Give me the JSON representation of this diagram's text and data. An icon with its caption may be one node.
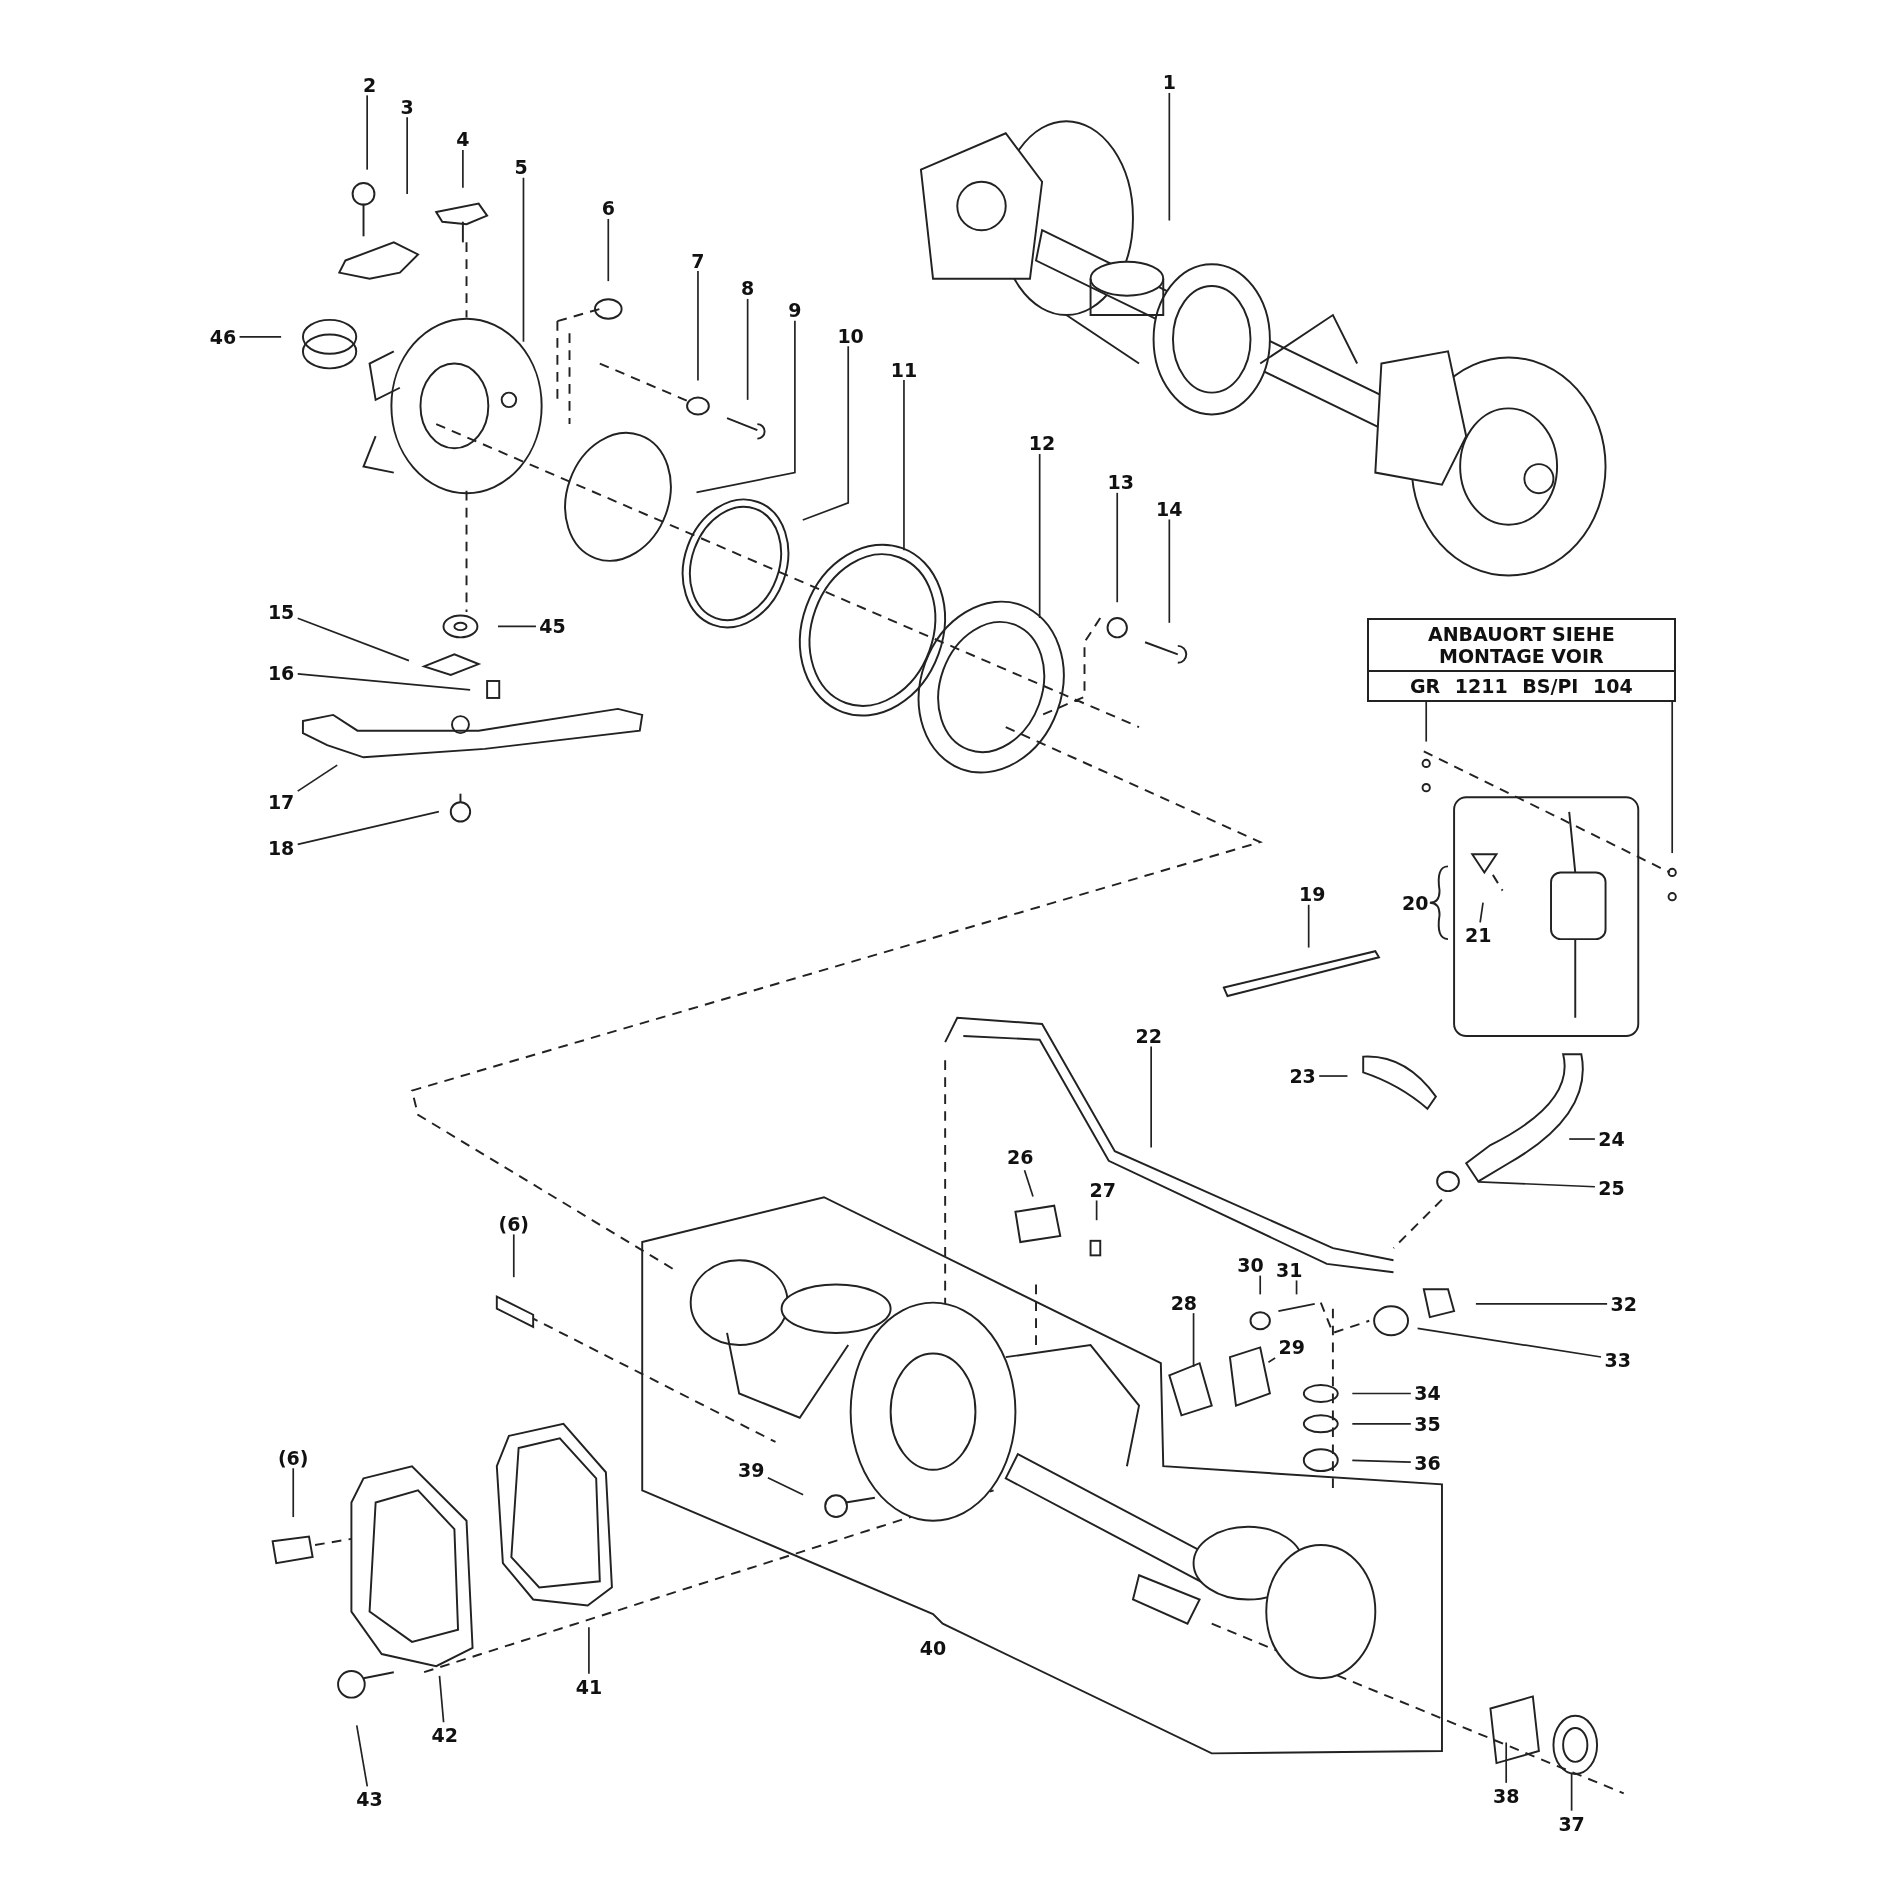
{
  "diagram": {
    "nodes": [
      {
        "text": [
          "1"
        ]
      },
      {
        "text": [
          "2"
        ]
      },
      {
        "text": [
          "3"
        ]
      },
      {
        "text": [
          "4"
        ]
      },
      {
        "text": [
          "5"
        ]
      },
      {
        "text": [
          "6"
        ]
      },
      {
        "text": [
          "7"
        ]
      },
      {
        "text": [
          "8"
        ]
      },
      {
        "text": [
          "9"
        ]
      },
      {
        "text": [
          "10"
        ]
      },
      {
        "text": [
          "11"
        ]
      },
      {
        "text": [
          "12"
        ]
      },
      {
        "text": [
          "13"
        ]
      },
      {
        "text": [
          "14"
        ]
      },
      {
        "text": [
          "15"
        ]
      },
      {
        "text": [
          "16"
        ]
      },
      {
        "text": [
          "17"
        ]
      },
      {
        "text": [
          "18"
        ]
      },
      {
        "text": [
          "19"
        ]
      },
      {
        "text": [
          "20"
        ]
      },
      {
        "text": [
          "21"
        ]
      },
      {
        "text": [
          "22"
        ]
      },
      {
        "text": [
          "23"
        ]
      },
      {
        "text": [
          "24"
        ]
      },
      {
        "text": [
          "25"
        ]
      },
      {
        "text": [
          "26"
        ]
      },
      {
        "text": [
          "27"
        ]
      },
      {
        "text": [
          "28"
        ]
      },
      {
        "text": [
          "29"
        ]
      },
      {
        "text": [
          "30"
        ]
      },
      {
        "text": [
          "31"
        ]
      },
      {
        "text": [
          "32"
        ]
      },
      {
        "text": [
          "33"
        ]
      },
      {
        "text": [
          "34"
        ]
      },
      {
        "text": [
          "35"
        ]
      },
      {
        "text": [
          "36"
        ]
      },
      {
        "text": [
          "37"
        ]
      },
      {
        "text": [
          "38"
        ]
      },
      {
        "text": [
          "39"
        ]
      },
      {
        "text": [
          "40"
        ]
      },
      {
        "text": [
          "41"
        ]
      },
      {
        "text": [
          "42"
        ]
      },
      {
        "text": [
          "43"
        ]
      },
      {
        "text": [
          "45"
        ]
      },
      {
        "text": [
          "46"
        ]
      },
      {
        "text": [
          "(6)"
        ]
      },
      {
        "text": [
          "(6)"
        ]
      },
      {
        "text": [
          "ANBAUORT SIEHE MONTAGE VOIR",
          "GR 1211 BS/PI 104"
        ]
      }
    ],
    "edges": [
      {
        "from": 0,
        "to": null,
        "arrow": "none"
      },
      {
        "from": 1,
        "to": null,
        "arrow": "none"
      },
      {
        "from": 2,
        "to": null,
        "arrow": "none"
      },
      {
        "from": 3,
        "to": null,
        "arrow": "none"
      },
      {
        "from": 4,
        "to": null,
        "arrow": "none"
      },
      {
        "from": 5,
        "to": null,
        "arrow": "none"
      },
      {
        "from": 6,
        "to": null,
        "arrow": "none"
      },
      {
        "from": 7,
        "to": null,
        "arrow": "none"
      },
      {
        "from": 8,
        "to": null,
        "arrow": "none"
      },
      {
        "from": 9,
        "to": null,
        "arrow": "none"
      },
      {
        "from": 10,
        "to": null,
        "arrow": "none"
      },
      {
        "from": 11,
        "to": null,
        "arrow": "none"
      },
      {
        "from": 12,
        "to": null,
        "arrow": "none"
      },
      {
        "from": 13,
        "to": null,
        "arrow": "none"
      },
      {
        "from": 14,
        "to": null,
        "arrow": "none"
      },
      {
        "from": 15,
        "to": null,
        "arrow": "none"
      },
      {
        "from": 16,
        "to": null,
        "arrow": "none"
      },
      {
        "from": 17,
        "to": null,
        "arrow": "none"
      },
      {
        "from": 18,
        "to": null,
        "arrow": "none"
      },
      {
        "from": 20,
        "to": null,
        "arrow": "none"
      },
      {
        "from": 21,
        "to": null,
        "arrow": "none"
      },
      {
        "from": 22,
        "to": null,
        "arrow": "none"
      },
      {
        "from": 23,
        "to": null,
        "arrow": "none"
      },
      {
        "from": 24,
        "to": null,
        "arrow": "none"
      },
      {
        "from": 25,
        "to": null,
        "arrow": "none"
      },
      {
        "from": 26,
        "to": null,
        "arrow": "none"
      },
      {
        "from": 27,
        "to": null,
        "arrow": "none"
      },
      {
        "from": 28,
        "to": null,
        "arrow": "none"
      },
      {
        "from": 29,
        "to": null,
        "arrow": "none"
      },
      {
        "from": 30,
        "to": null,
        "arrow": "none"
      },
      {
        "from": 31,
        "to": null,
        "arrow": "none"
      },
      {
        "from": 32,
        "to": null,
        "arrow": "none"
      },
      {
        "from": 33,
        "to": null,
        "arrow": "none"
      },
      {
        "from": 34,
        "to": null,
        "arrow": "none"
      },
      {
        "from": 35,
        "to": null,
        "arrow": "none"
      },
      {
        "from": 36,
        "to": null,
        "arrow": "none"
      },
      {
        "from": 37,
        "to": null,
        "arrow": "none"
      },
      {
        "from": 38,
        "to": null,
        "arrow": "none"
      },
      {
        "from": 40,
        "to": null,
        "arrow": "none"
      },
      {
        "from": 41,
        "to": null,
        "arrow": "none"
      },
      {
        "from": 42,
        "to": null,
        "arrow": "none"
      },
      {
        "from": 43,
        "to": null,
        "arrow": "none"
      },
      {
        "from": 44,
        "to": null,
        "arrow": "none"
      },
      {
        "from": 45,
        "to": null,
        "arrow": "none"
      },
      {
        "from": 46,
        "to": null,
        "arrow": "none"
      },
      {
        "from": 47,
        "to": null,
        "arrow": "none"
      },
      {
        "from": 47,
        "to": null,
        "arrow": "none"
      }
    ]
  }
}
